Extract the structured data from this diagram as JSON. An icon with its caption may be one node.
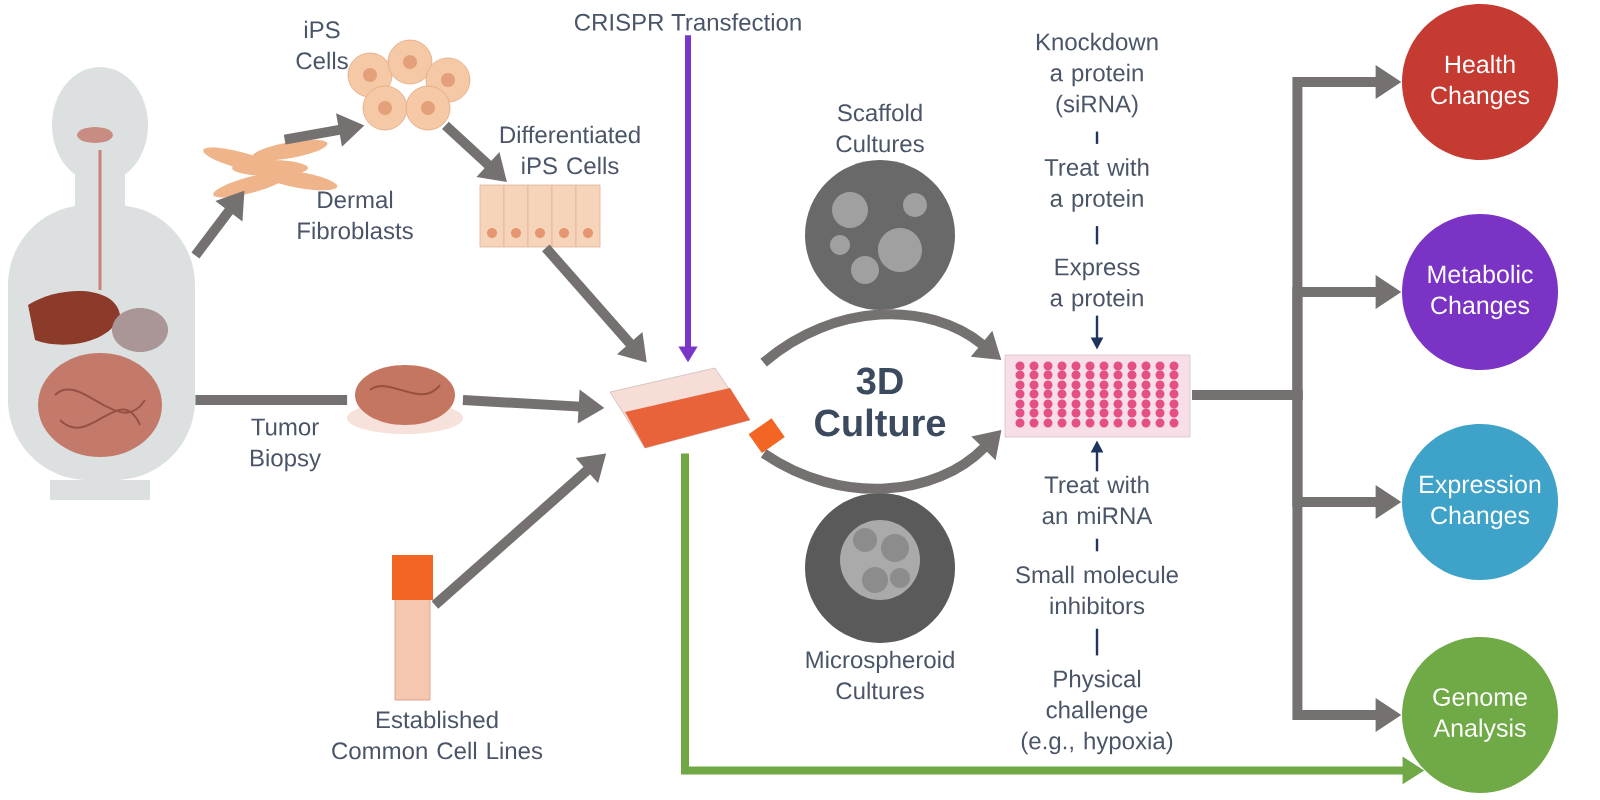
{
  "diagram": {
    "nodes": [
      {
        "text": [],
        "shape": "picture"
      },
      {
        "text": [
          "Dermal Fibroblasts"
        ]
      },
      {
        "text": [
          "iPS Cells"
        ]
      },
      {
        "text": [
          "Differentiated iPS Cells"
        ]
      },
      {
        "text": [
          "Tumor Biopsy"
        ]
      },
      {
        "text": [
          "Established Common Cell Lines"
        ]
      },
      {
        "text": [
          "CRISPR Transfection"
        ]
      },
      {
        "text": [],
        "shape": "picture"
      },
      {
        "text": [
          "Scaffold Cultures"
        ]
      },
      {
        "text": [
          "Microspheroid Cultures"
        ]
      },
      {
        "text": [],
        "shape": "picture"
      },
      {
        "text": [
          "Knockdown a protein (siRNA)"
        ]
      },
      {
        "text": [
          "Treat with a protein"
        ]
      },
      {
        "text": [
          "Express a protein"
        ]
      },
      {
        "text": [
          "Treat with an miRNA"
        ]
      },
      {
        "text": [
          "Small molecule inhibitors"
        ]
      },
      {
        "text": [
          "Physical challenge (e.g., hypoxia)"
        ]
      },
      {
        "text": [
          "Health Changes"
        ]
      },
      {
        "text": [
          "Metabolic Changes"
        ]
      },
      {
        "text": [
          "Expression Changes"
        ]
      },
      {
        "text": [
          "Genome Analysis"
        ]
      }
    ],
    "edges": [
      {
        "from": 0,
        "to": 1,
        "arrow": "to"
      },
      {
        "from": 1,
        "to": 2,
        "arrow": "to"
      },
      {
        "from": 2,
        "to": 3,
        "arrow": "to"
      },
      {
        "from": 3,
        "to": 7,
        "arrow": "to"
      },
      {
        "from": 0,
        "to": 4,
        "arrow": "none"
      },
      {
        "from": 4,
        "to": 7,
        "arrow": "to"
      },
      {
        "from": 5,
        "to": 7,
        "arrow": "to"
      },
      {
        "from": 6,
        "to": 7,
        "arrow": "to",
        "color": "#7b35c9"
      },
      {
        "from": 7,
        "to": 10,
        "arrow": "to"
      },
      {
        "from": 7,
        "to": 10,
        "arrow": "to"
      },
      {
        "from": 11,
        "to": 12,
        "arrow": "none",
        "color": "#1e3560"
      },
      {
        "from": 12,
        "to": 13,
        "arrow": "none",
        "color": "#1e3560"
      },
      {
        "from": 13,
        "to": 10,
        "arrow": "to",
        "color": "#1e3560"
      },
      {
        "from": 14,
        "to": 10,
        "arrow": "to",
        "color": "#1e3560"
      },
      {
        "from": 14,
        "to": 15,
        "arrow": "none",
        "color": "#1e3560"
      },
      {
        "from": 15,
        "to": 16,
        "arrow": "none",
        "color": "#1e3560"
      },
      {
        "from": 10,
        "to": 17,
        "arrow": "to"
      },
      {
        "from": 10,
        "to": 18,
        "arrow": "to"
      },
      {
        "from": 10,
        "to": 19,
        "arrow": "to"
      },
      {
        "from": 10,
        "to": 20,
        "arrow": "to"
      },
      {
        "from": 7,
        "to": 20,
        "arrow": "to",
        "color": "#70a845"
      }
    ],
    "labels": [
      "3D Culture"
    ]
  }
}
